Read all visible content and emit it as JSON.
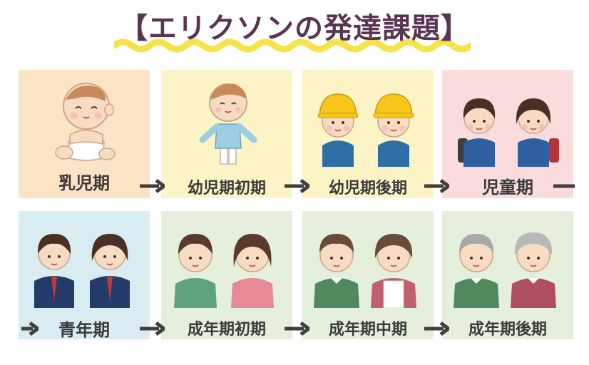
{
  "title": "【エリクソンの発達課題】",
  "colors": {
    "title_text": "#5a3552",
    "title_wave": "#f6e34a",
    "arrow": "#3f3f3f",
    "card_backgrounds": [
      "#fbe3c6",
      "#fdf4c6",
      "#fdf4c6",
      "#fbdcdc",
      "#d8ecf2",
      "#e4f0dc",
      "#e4f0dc",
      "#e4f0dc"
    ]
  },
  "stages": [
    {
      "label": "乳児期",
      "illustration": "baby-in-diaper"
    },
    {
      "label": "幼児期初期",
      "illustration": "toddler"
    },
    {
      "label": "幼児期後期",
      "illustration": "preschoolers-yellow-hats"
    },
    {
      "label": "児童期",
      "illustration": "schoolchildren-with-backpacks"
    },
    {
      "label": "青年期",
      "illustration": "teens-in-uniform"
    },
    {
      "label": "成年期初期",
      "illustration": "young-adults"
    },
    {
      "label": "成年期中期",
      "illustration": "middle-aged-adults"
    },
    {
      "label": "成年期後期",
      "illustration": "elderly-adults"
    }
  ]
}
